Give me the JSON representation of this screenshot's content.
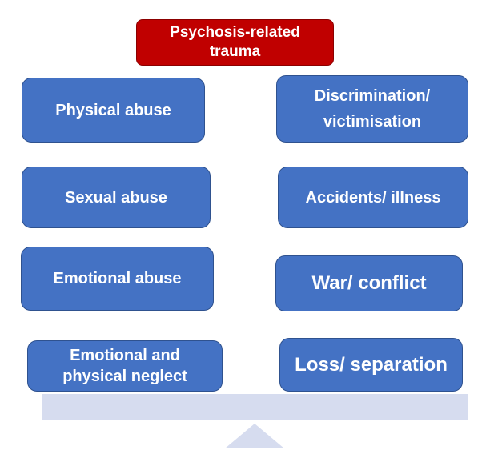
{
  "title": {
    "line1": "Psychosis-related",
    "line2": "trauma"
  },
  "left_items": [
    {
      "line1": "Physical abuse"
    },
    {
      "line1": "Sexual abuse"
    },
    {
      "line1": "Emotional abuse"
    },
    {
      "line1": "Emotional and",
      "line2": "physical neglect"
    }
  ],
  "right_items": [
    {
      "line1": "Discrimination/",
      "line2": "victimisation"
    },
    {
      "line1": "Accidents/ illness"
    },
    {
      "line1": "War/ conflict"
    },
    {
      "line1": "Loss/ separation"
    }
  ],
  "colors": {
    "title_fill": "#c00000",
    "box_fill": "#4472c4",
    "box_border": "#2f528f",
    "scale_fill": "#d6dcef"
  }
}
